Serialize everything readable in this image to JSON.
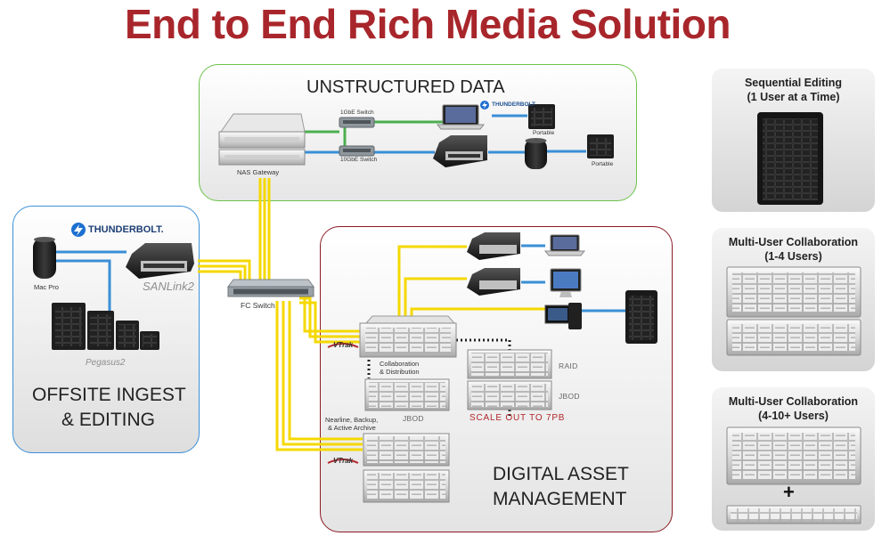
{
  "title": "End to End Rich Media Solution",
  "zones": {
    "unstructured": {
      "title": "UNSTRUCTURED DATA"
    },
    "offsite": {
      "title_line1": "OFFSITE INGEST",
      "title_line2": "& EDITING"
    },
    "dam": {
      "title_line1": "DIGITAL ASSET",
      "title_line2": "MANAGEMENT"
    }
  },
  "labels": {
    "switch_1gbe": "1GbE Switch",
    "switch_10gbe": "10GbE Switch",
    "nas_gateway": "NAS Gateway",
    "portable_top": "Portable",
    "portable_bottom": "Portable",
    "thunderbolt_small": "THUNDERBOLT",
    "thunderbolt_big": "THUNDERBOLT.",
    "sanlink": "SANLink2",
    "pegasus": "Pegasus2",
    "mac_pro": "Mac Pro",
    "fc_switch": "FC Switch",
    "collab_line1": "Collaboration",
    "collab_line2": "& Distribution",
    "jbod_left": "JBOD",
    "raid_right": "RAID",
    "jbod_right": "JBOD",
    "nearline_line1": "Nearline, Backup,",
    "nearline_line2": "& Active Archive",
    "vtrak_top": "VTrak",
    "vtrak_bottom": "VTrak",
    "scale_out": "SCALE OUT TO 7PB"
  },
  "panels": [
    {
      "line1": "Sequential Editing",
      "line2": "(1 User at a Time)"
    },
    {
      "line1": "Multi-User Collaboration",
      "line2": "(1-4 Users)"
    },
    {
      "line1": "Multi-User Collaboration",
      "line2": "(4-10+ Users)"
    }
  ],
  "panel_plus": "+",
  "colors": {
    "title_red": "#a8262b",
    "fibre_yellow": "#f5d800",
    "ethernet_green": "#4caf50",
    "link_blue": "#3a8fd6",
    "zone_green": "#6cc24a",
    "zone_blue": "#3b8fd9",
    "zone_red": "#8a1c24"
  }
}
